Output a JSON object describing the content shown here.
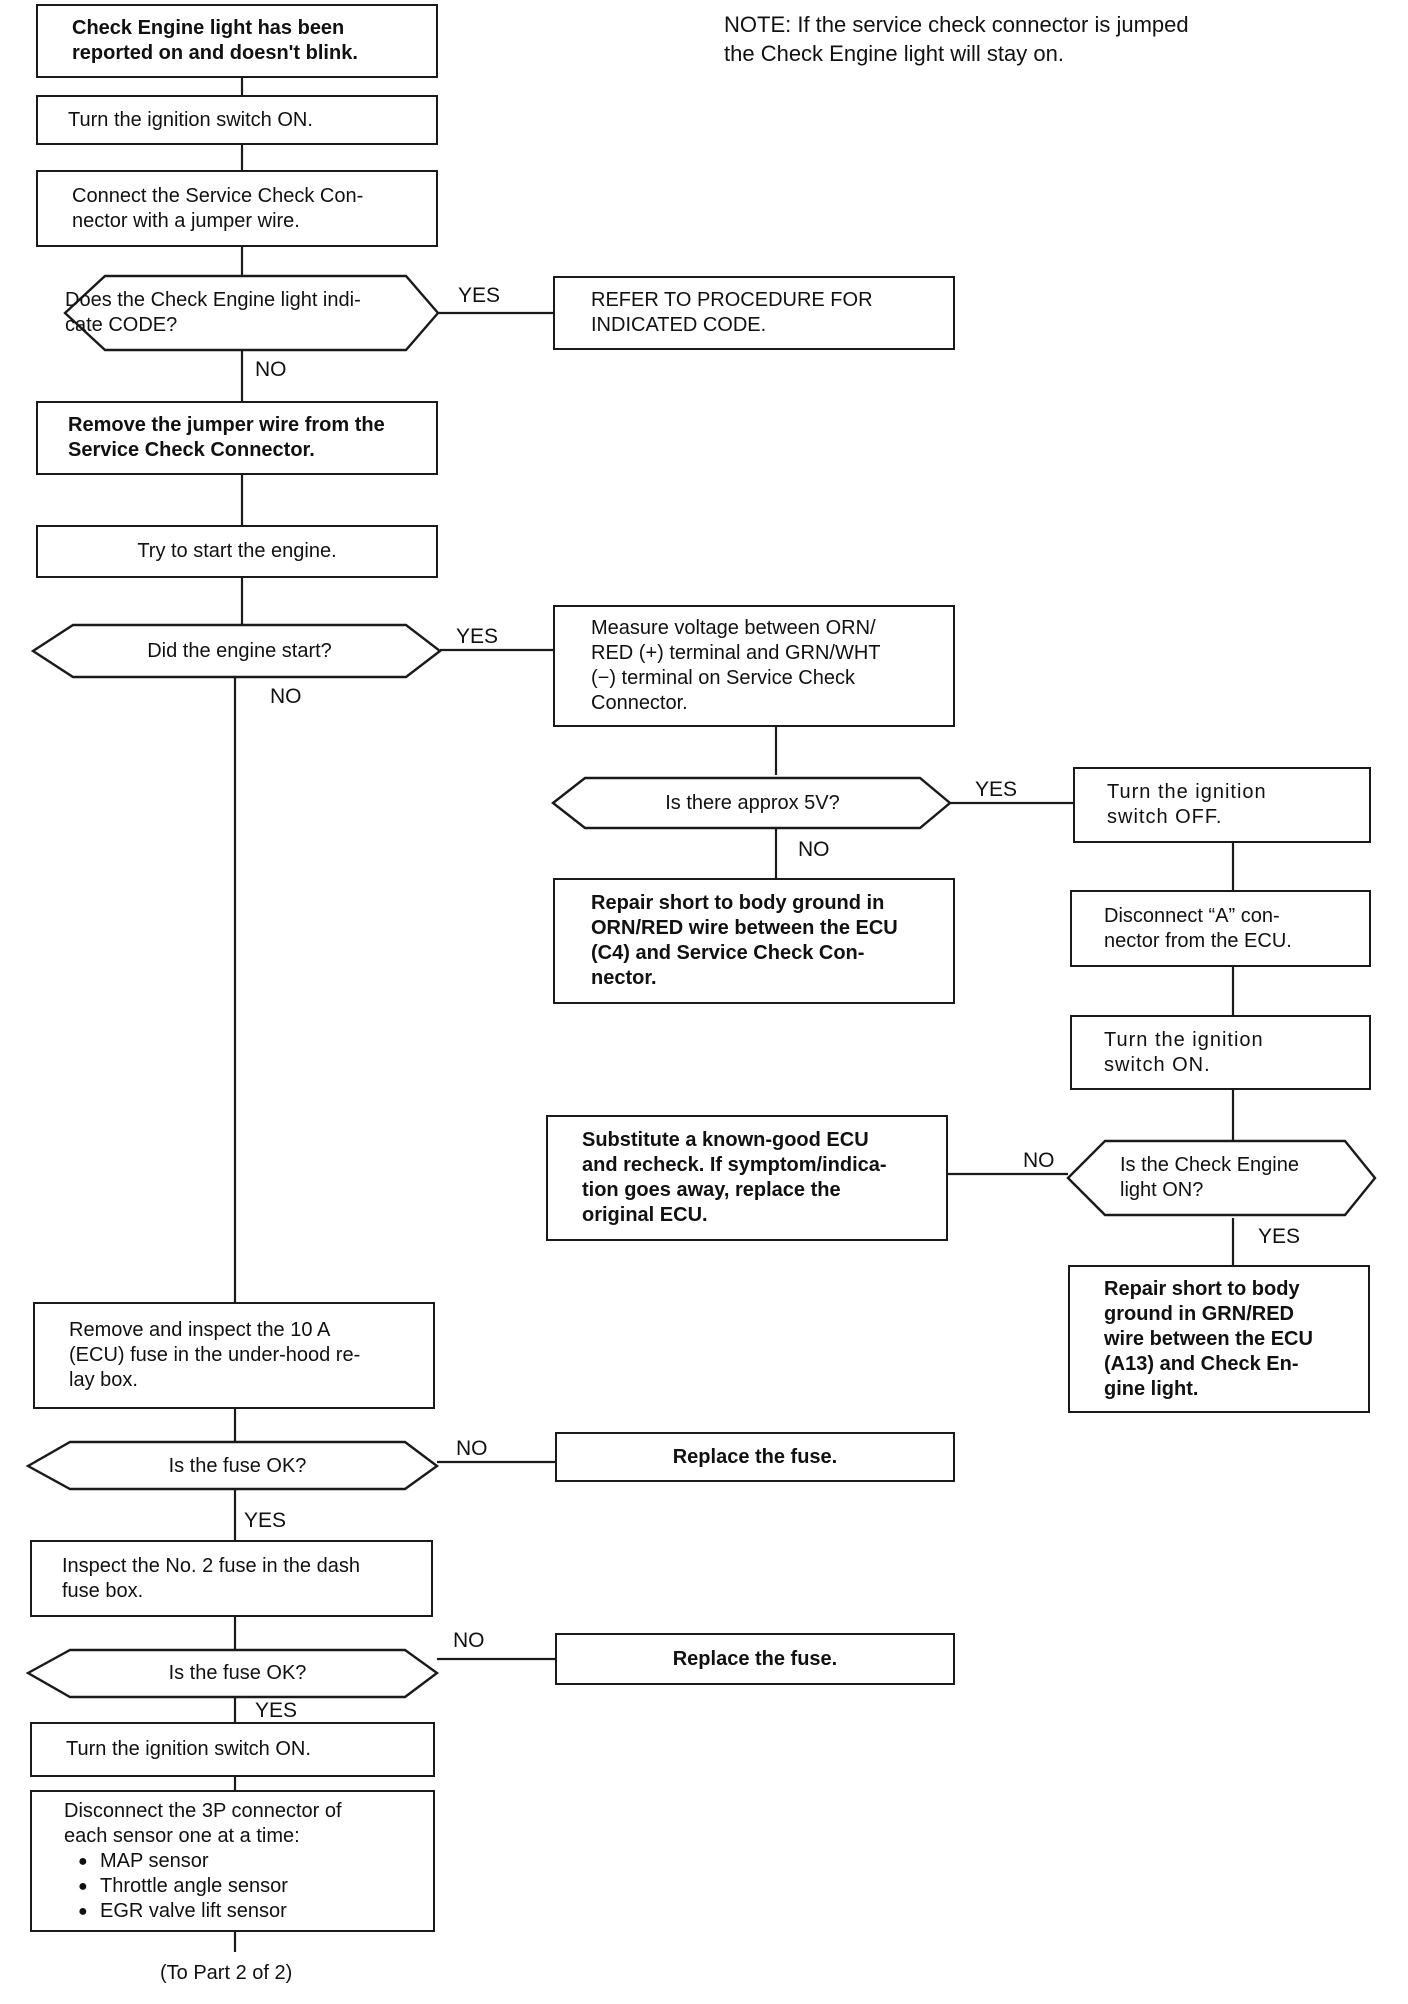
{
  "note": "NOTE:  If the service check connector is jumped\nthe Check Engine light will stay on.",
  "left": {
    "reported": "Check Engine light has been\nreported on and doesn't blink.",
    "ign_on_1": "Turn the ignition switch ON.",
    "connect_jumper": "Connect the Service Check Con-\nnector with a jumper wire.",
    "dec_code": "Does the Check Engine light indi-\ncate        CODE?",
    "yes_code": "YES",
    "no_code": "NO",
    "remove_jumper": "Remove the jumper wire from the\nService Check Connector.",
    "try_start": "Try to start the engine.",
    "dec_start": "Did the engine start?",
    "yes_start": "YES",
    "no_start": "NO",
    "inspect_10a": "Remove and inspect the 10 A\n(ECU) fuse in the under-hood re-\nlay box.",
    "dec_fuse1": "Is the fuse OK?",
    "no_fuse1": "NO",
    "yes_fuse1": "YES",
    "inspect_no2": "Inspect the No. 2 fuse in the dash\nfuse box.",
    "dec_fuse2": "Is the fuse OK?",
    "no_fuse2": "NO",
    "yes_fuse2": "YES",
    "ign_on_2": "Turn the ignition switch ON.",
    "disconnect_3p_intro": "Disconnect the 3P connector of\neach sensor one at a time:",
    "sensors": [
      "MAP sensor",
      "Throttle angle sensor",
      "EGR valve lift sensor"
    ],
    "to_part2": "(To Part 2 of 2)"
  },
  "middle": {
    "refer_code": "REFER TO PROCEDURE FOR\nINDICATED CODE.",
    "measure_voltage": "Measure voltage between ORN/\nRED (+) terminal and GRN/WHT\n(−) terminal on Service Check\nConnector.",
    "dec_5v": "Is there approx 5V?",
    "yes_5v": "YES",
    "no_5v": "NO",
    "repair_orn": "Repair short to body ground in\nORN/RED wire between the ECU\n(C4) and Service Check Con-\nnector.",
    "substitute_ecu": "Substitute a known-good ECU\nand recheck. If symptom/indica-\ntion goes away, replace the\noriginal ECU.",
    "replace_fuse_1": "Replace the fuse.",
    "replace_fuse_2": "Replace the fuse."
  },
  "right": {
    "ign_off": "Turn the ignition\nswitch OFF.",
    "disconnect_a": "Disconnect “A” con-\nnector from the ECU.",
    "ign_on_3": "Turn the ignition\nswitch ON.",
    "dec_light": "Is the Check Engine\nlight ON?",
    "no_light": "NO",
    "yes_light": "YES",
    "repair_grn": "Repair short to body\nground in GRN/RED\nwire between the ECU\n(A13) and Check En-\ngine light."
  }
}
